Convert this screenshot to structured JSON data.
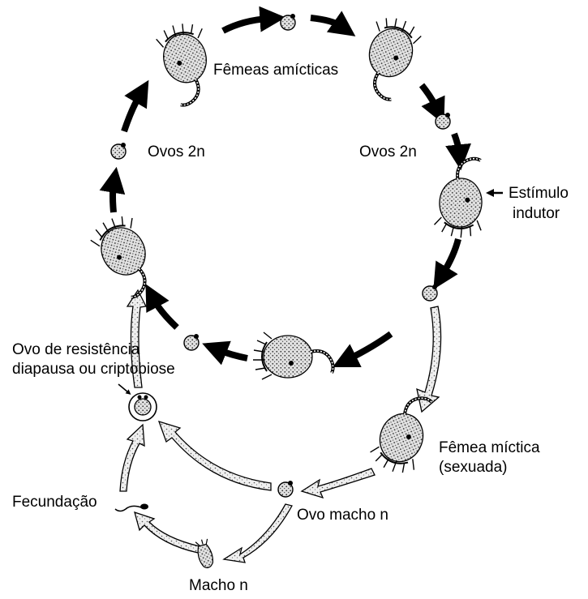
{
  "labels": {
    "femeas_amicticas": "Fêmeas amícticas",
    "ovos_2n_left": "Ovos 2n",
    "ovos_2n_right": "Ovos 2n",
    "estimulo_line1": "Estímulo",
    "estimulo_line2": "indutor",
    "ovo_resistencia_line1": "Ovo de resistência",
    "ovo_resistencia_line2": "diapausa ou criptobiose",
    "femea_mictica_line1": "Fêmea míctica",
    "femea_mictica_line2": "(sexuada)",
    "fecundacao": "Fecundação",
    "ovo_macho": "Ovo macho n",
    "macho": "Macho n"
  },
  "colors": {
    "ink": "#000000",
    "stipple_arrow_fill": "#e6e6e6",
    "body_fill": "#dcdcdc"
  }
}
